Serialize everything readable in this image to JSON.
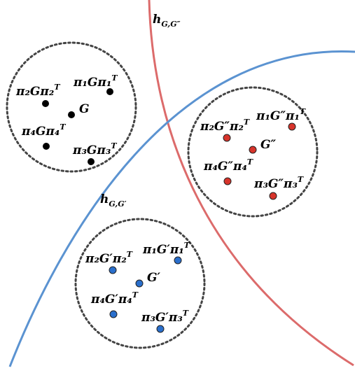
{
  "colors": {
    "black_points": "#000000",
    "red_points": "#d7342b",
    "blue_points": "#2a6fcc",
    "red_curve": "#dc6b6b",
    "blue_curve": "#5b93d1",
    "circle_stroke": "#444444"
  },
  "boundaries": {
    "red": {
      "base": "h",
      "sub": "G,G″"
    },
    "blue": {
      "base": "h",
      "sub": "G,G′"
    }
  },
  "clusters": [
    {
      "id": "G",
      "center": {
        "base": "G",
        "sub": "",
        "sup": ""
      },
      "transforms": [
        {
          "pre": "π₂G",
          "post": "π₂",
          "sup": "T"
        },
        {
          "pre": "π₁G",
          "post": "π₁",
          "sup": "T"
        },
        {
          "pre": "π₄G",
          "post": "π₄",
          "sup": "T"
        },
        {
          "pre": "π₃G",
          "post": "π₃",
          "sup": "T"
        }
      ]
    },
    {
      "id": "G2",
      "center": {
        "base": "G″",
        "sub": "",
        "sup": ""
      },
      "transforms": [
        {
          "pre": "π₂G″",
          "post": "π₂",
          "sup": "T"
        },
        {
          "pre": "π₁G″",
          "post": "π₁",
          "sup": "T"
        },
        {
          "pre": "π₄G″",
          "post": "π₄",
          "sup": "T"
        },
        {
          "pre": "π₃G″",
          "post": "π₃",
          "sup": "T"
        }
      ]
    },
    {
      "id": "G1",
      "center": {
        "base": "G′",
        "sub": "",
        "sup": ""
      },
      "transforms": [
        {
          "pre": "π₂G′",
          "post": "π₂",
          "sup": "T"
        },
        {
          "pre": "π₁G′",
          "post": "π₁",
          "sup": "T"
        },
        {
          "pre": "π₄G′",
          "post": "π₄",
          "sup": "T"
        },
        {
          "pre": "π₃G′",
          "post": "π₃",
          "sup": "T"
        }
      ]
    }
  ]
}
